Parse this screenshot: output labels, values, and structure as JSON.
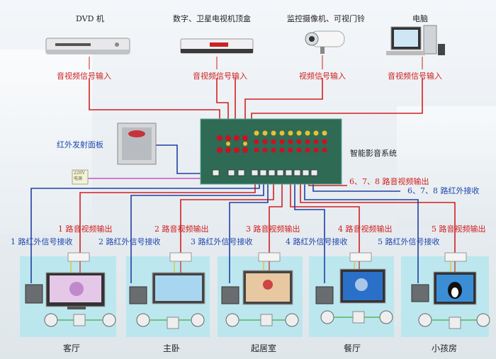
{
  "sources": [
    {
      "name": "DVD 机",
      "signal": "音视频信号输入"
    },
    {
      "name": "数字、卫星电视机顶盒",
      "signal": "音视频信号输入"
    },
    {
      "name": "监控摄像机、可视门铃",
      "signal": "视频信号输入"
    },
    {
      "name": "电脑",
      "signal": "音视频信号输入"
    }
  ],
  "ir_panel": "红外发射面板",
  "system": "智能影音系统",
  "power": "220V\n电源",
  "out_678": "6、7、8 路音视频输出",
  "ir_678": "6、7、8 路红外接收",
  "rooms": [
    {
      "name": "客厅",
      "av": "1 路音视频输出",
      "ir": "1 路红外信号接收"
    },
    {
      "name": "主卧",
      "av": "2 路音视频输出",
      "ir": "2 路红外信号接收"
    },
    {
      "name": "起居室",
      "av": "3 路音视频输出",
      "ir": "3 路红外信号接收"
    },
    {
      "name": "餐厅",
      "av": "4 路音视频输出",
      "ir": "4 路红外信号接收"
    },
    {
      "name": "小孩房",
      "av": "5 路音视频输出",
      "ir": "5 路红外信号接收"
    }
  ],
  "colors": {
    "av_line": "#d02020",
    "ir_line": "#2040a0",
    "power_line": "#d050c0",
    "green": "#40b040",
    "room_bg": "#b9e6ee",
    "panel": "#2f6a55"
  }
}
